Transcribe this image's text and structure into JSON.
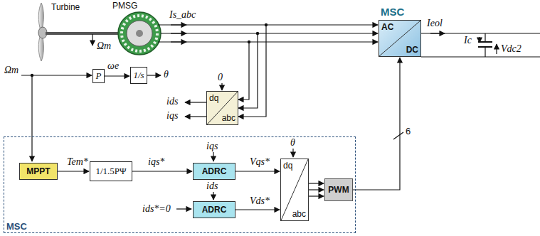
{
  "diagram": {
    "nodes": [
      {
        "text": [
          "MSC",
          "AC",
          "DC"
        ]
      },
      {
        "text": [
          "P"
        ]
      },
      {
        "text": [
          "1/s"
        ]
      },
      {
        "text": [
          "dq",
          "abc"
        ]
      },
      {
        "text": [
          "MSC"
        ]
      },
      {
        "text": [
          "MPPT"
        ],
        "in": 4
      },
      {
        "text": [
          "1/1.5PΨ"
        ],
        "in": 4
      },
      {
        "text": [
          "ADRC"
        ],
        "in": 4
      },
      {
        "text": [
          "ADRC"
        ],
        "in": 4
      },
      {
        "text": [
          "dq",
          "abc"
        ],
        "in": 4
      },
      {
        "text": [
          "PWM"
        ],
        "in": 4
      }
    ],
    "edges": [
      {
        "from": 1,
        "to": 2,
        "arrow": "to",
        "label": "ωe"
      },
      {
        "from": 5,
        "to": 6,
        "arrow": "to",
        "label": "Tem*"
      },
      {
        "from": 6,
        "to": 7,
        "arrow": "to",
        "label": "iqs*"
      },
      {
        "from": 7,
        "to": 9,
        "arrow": "to",
        "label": "Vqs*"
      },
      {
        "from": 8,
        "to": 9,
        "arrow": "to",
        "label": "Vds*"
      },
      {
        "from": 9,
        "to": 10,
        "arrow": "to"
      },
      {
        "from": 10,
        "to": 0,
        "arrow": "to",
        "label": "6"
      }
    ],
    "labels": [
      "Turbine",
      "PMSG",
      "Ωm",
      "Is_abc",
      "Ieol",
      "Ic",
      "Vdc2",
      "Ωm",
      "θ",
      "0",
      "ids",
      "iqs",
      "iqs",
      "ids",
      "ids*=0",
      "θ"
    ]
  }
}
